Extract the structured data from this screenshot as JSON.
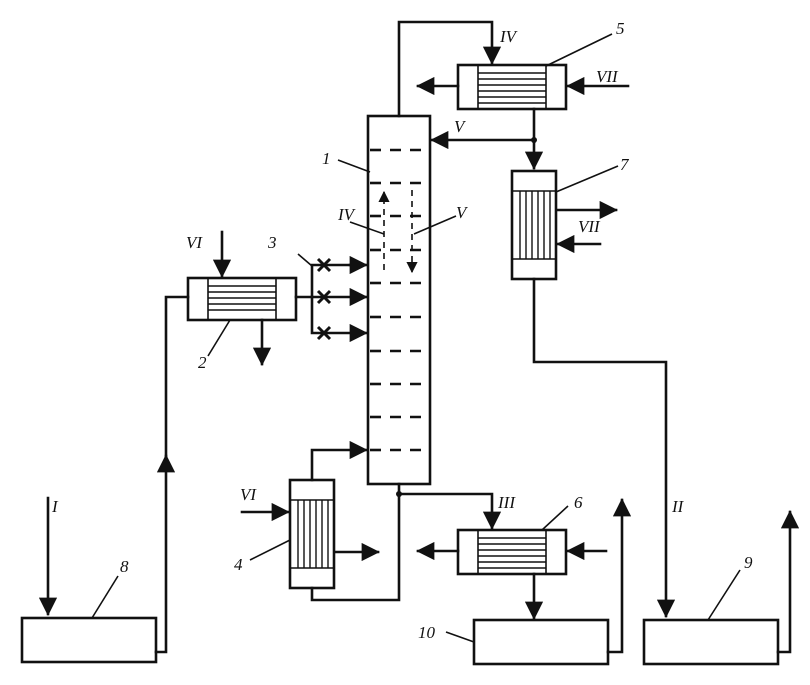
{
  "labels": {
    "column": "1",
    "bottom_cooler": "2",
    "valves": "3",
    "reboiler": "4",
    "top_condenser": "5",
    "bottom_cooler_right": "6",
    "cooler_7": "7",
    "tank_8": "8",
    "tank_9": "9",
    "tank_10": "10"
  },
  "streams": {
    "feed": "I",
    "distillate": "II",
    "bottoms": "III",
    "reflux": "IV",
    "vapour": "V",
    "heating": "VI",
    "cooling": "VII"
  }
}
